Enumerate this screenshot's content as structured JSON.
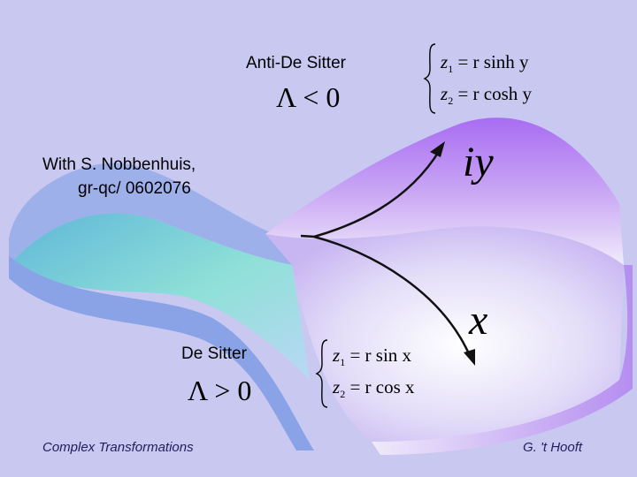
{
  "title_ads": "Anti-De Sitter",
  "lambda_neg": "Λ < 0",
  "credit_line1": "With  S. Nobbenhuis,",
  "credit_line2": "gr-qc/ 0602076",
  "title_ds": "De Sitter",
  "lambda_pos": "Λ > 0",
  "axis_iy": "iy",
  "axis_x": "x",
  "ads_eq": {
    "line1": {
      "var": "z",
      "sub": "1",
      "rhs": "= r sinh y"
    },
    "line2": {
      "var": "z",
      "sub": "2",
      "rhs": "= r cosh y"
    }
  },
  "ds_eq": {
    "line1": {
      "var": "z",
      "sub": "1",
      "rhs": "= r sin x"
    },
    "line2": {
      "var": "z",
      "sub": "2",
      "rhs": "= r cos x"
    }
  },
  "footer_left": "Complex  Transformations",
  "footer_right": "G. 't Hooft",
  "colors": {
    "background": "#c8c8f0",
    "band": "#8fa3e6",
    "purple": "#b07af0",
    "teal": "#8fe0d8",
    "arrow": "#111111"
  }
}
